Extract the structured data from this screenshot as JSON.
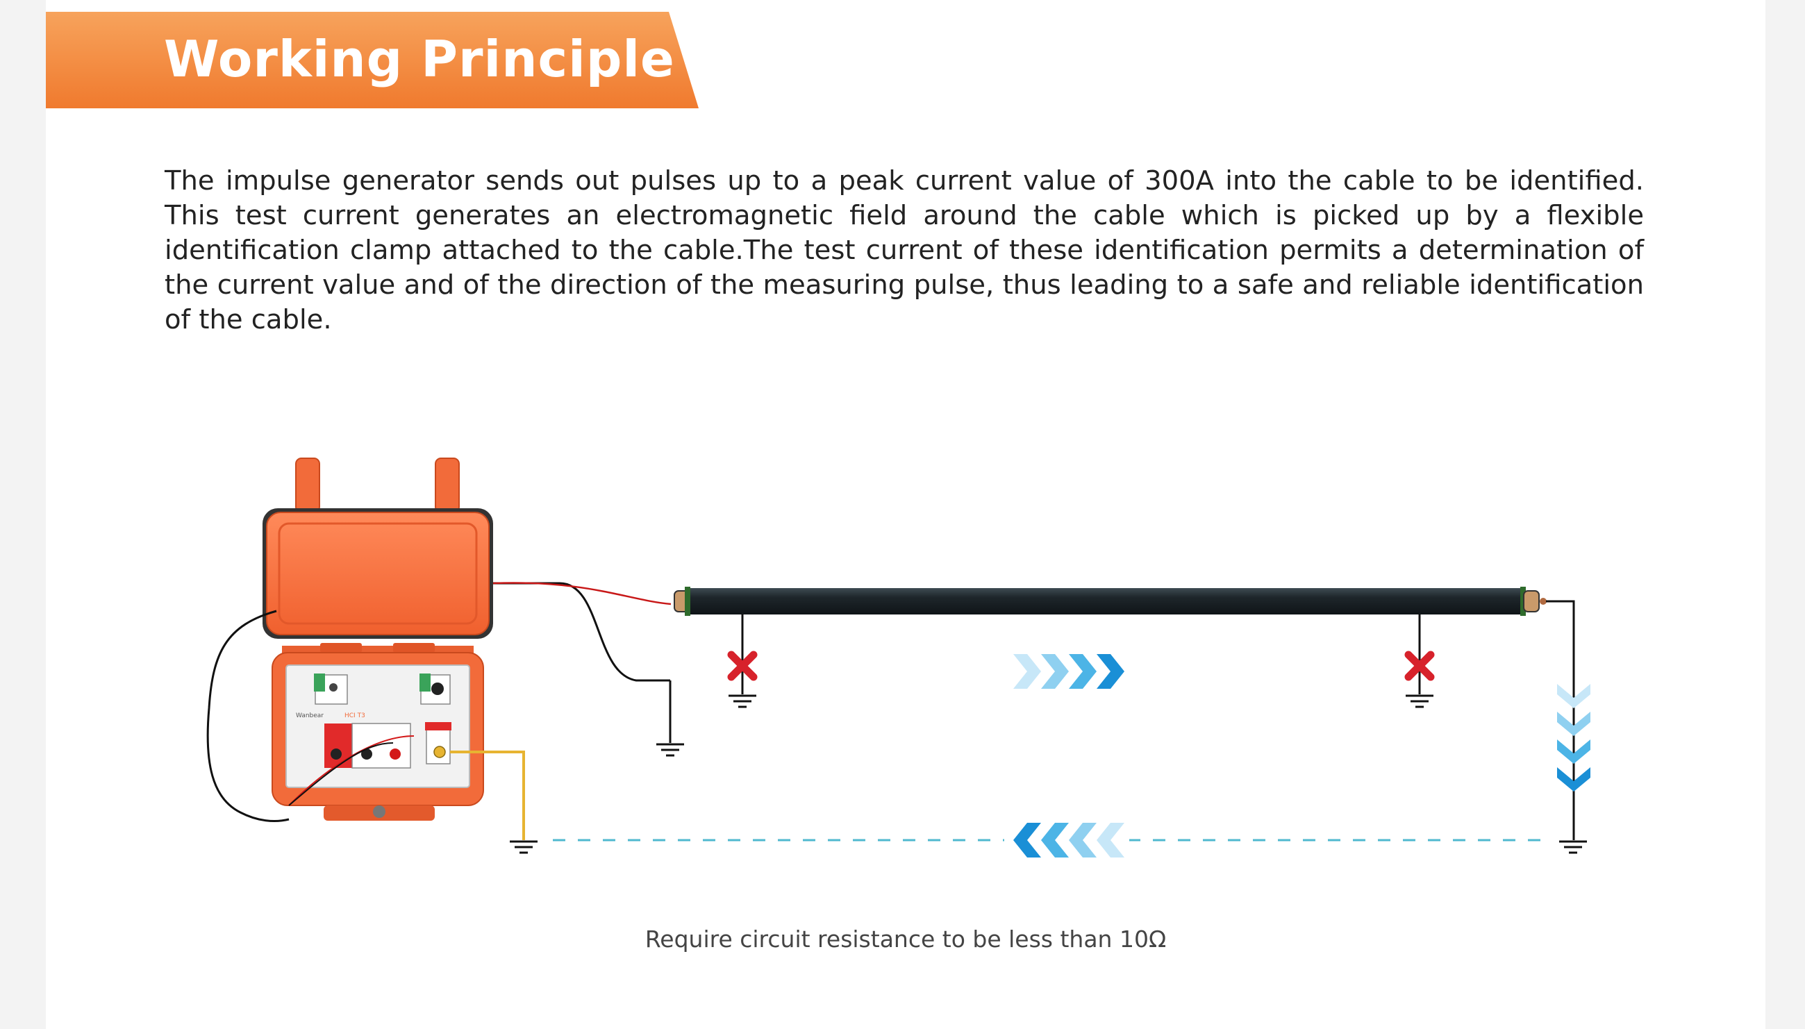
{
  "header": {
    "title": "Working Principle"
  },
  "description": "The impulse generator sends out pulses up to a peak current value of 300A into the cable to be identified. This test current generates an electromagnetic field around the cable which is picked up by a flexible identification clamp attached to the cable.The test current of these identification permits a determination of the current value and of the direction of the measuring pulse, thus leading to a safe and reliable identification of the cable.",
  "diagram": {
    "device_brand": "Wanbear",
    "device_model": "HCI T3",
    "note": "Require circuit resistance to be less than 10Ω"
  },
  "colors": {
    "banner_start": "#f7a35c",
    "banner_end": "#f07a2e",
    "device_orange": "#f26b3a",
    "fault_red": "#d7222b",
    "flow_blue": "#1a8fd6",
    "flow_light": "#bfe4f7",
    "return_dash": "#4fb9cf",
    "ground_wire": "#e7b431",
    "cable_body": "#1f2a30"
  },
  "icons": [
    "ground-icon",
    "cross-mark-icon",
    "chevron-right-icon",
    "chevron-left-icon",
    "chevron-down-icon"
  ]
}
